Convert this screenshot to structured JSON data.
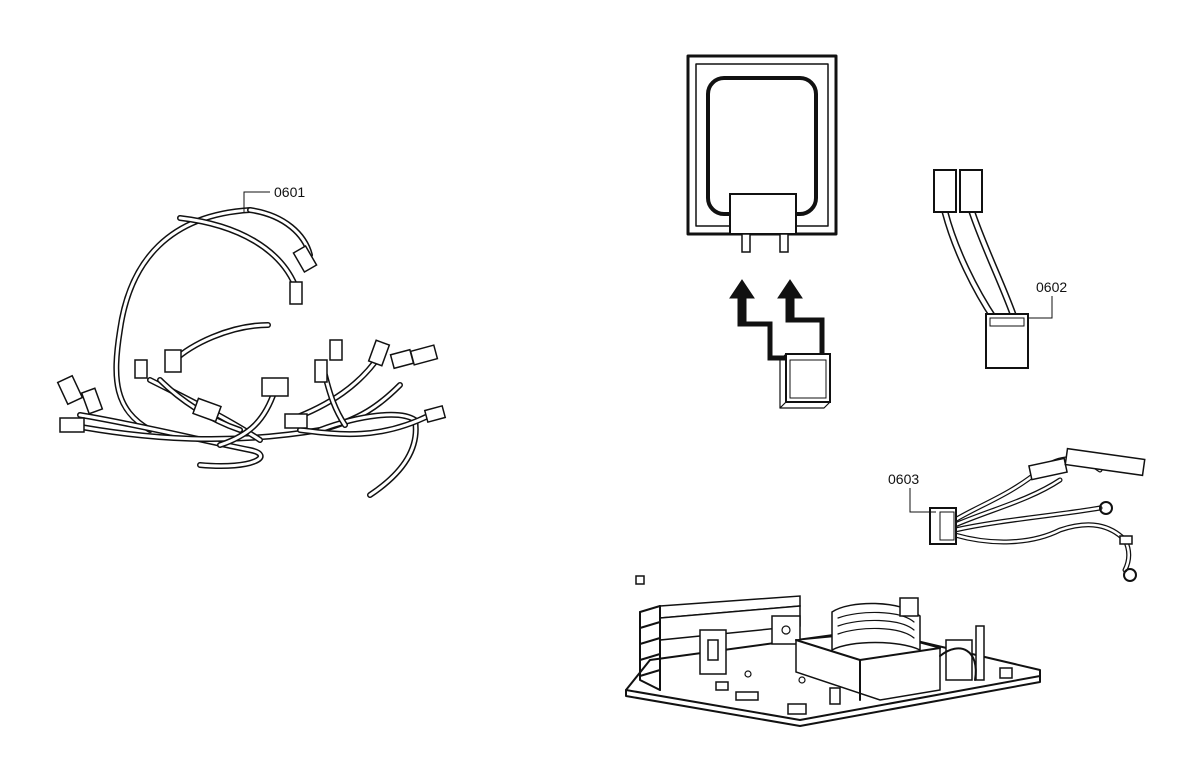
{
  "labels": {
    "part_0601": "0601",
    "part_0602": "0602",
    "part_0603": "0603"
  }
}
